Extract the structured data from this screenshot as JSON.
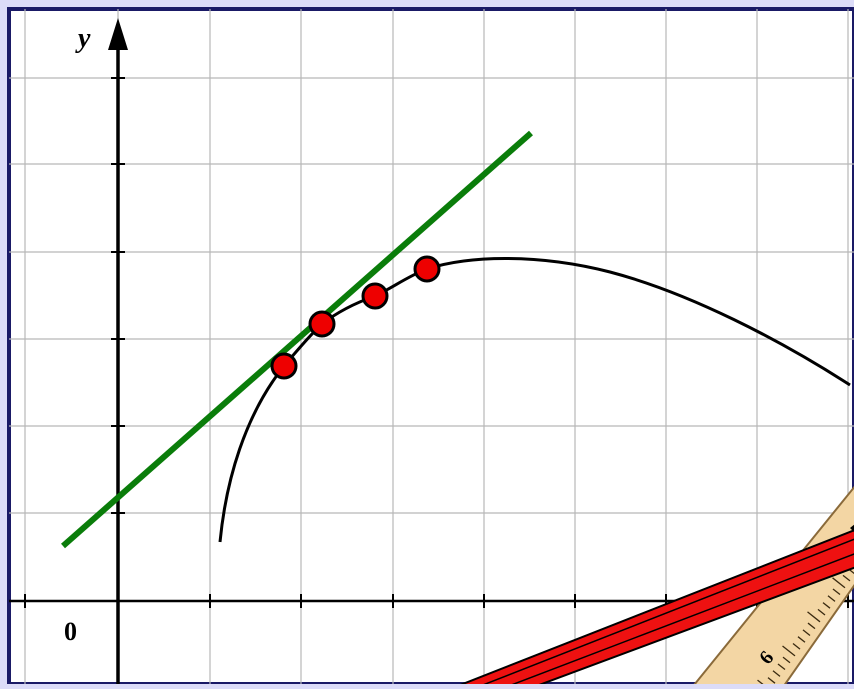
{
  "axis_labels": {
    "y": "y",
    "origin": "0"
  },
  "ruler": {
    "number": "6"
  },
  "colors": {
    "frame": "#1a1a66",
    "frame_fill": "#dcdcf8",
    "paper": "#ffffff",
    "grid": "#b8b8b8",
    "axis": "#000000",
    "tangent": "#0a7d0a",
    "curve": "#000000",
    "point_fill": "#ee0000",
    "point_stroke": "#000000",
    "pencil": "#ee1111",
    "ruler": "#f3d6a4"
  },
  "points_count": 4
}
